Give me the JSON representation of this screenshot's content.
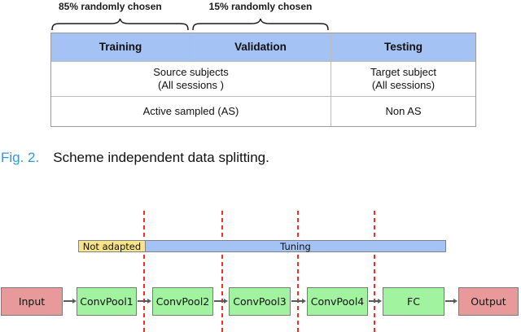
{
  "table": {
    "brace_labels": {
      "left": "85% randomly chosen",
      "right": "15% randomly chosen"
    },
    "headers": [
      "Training",
      "Validation",
      "Testing"
    ],
    "row_source": {
      "line1": "Source subjects",
      "line2": "(All sessions )"
    },
    "row_target": {
      "line1": "Target subject",
      "line2": "(All sessions)"
    },
    "row_as": "Active sampled (AS)",
    "row_nonas": "Non AS"
  },
  "caption": {
    "label": "Fig. 2.",
    "text": "Scheme independent data splitting."
  },
  "diagram": {
    "bar_segments": [
      {
        "label": "Not adapted",
        "color": "#f9e588"
      },
      {
        "label": "Tuning",
        "color": "#a4c2f4"
      }
    ],
    "nodes": [
      {
        "label": "Input",
        "type": "io"
      },
      {
        "label": "ConvPool1",
        "type": "layer"
      },
      {
        "label": "ConvPool2",
        "type": "layer"
      },
      {
        "label": "ConvPool3",
        "type": "layer"
      },
      {
        "label": "ConvPool4",
        "type": "layer"
      },
      {
        "label": "FC",
        "type": "layer"
      },
      {
        "label": "Output",
        "type": "io"
      }
    ]
  },
  "colors": {
    "table_header_blue": "#a4c2f4",
    "bar_blue": "#a4c2f4",
    "bar_yellow": "#f9e588",
    "layer_green": "#a2f3a0",
    "io_pink": "#e89a9a",
    "dashed_line_red": "#f92c21",
    "caption_blue": "#2d96e8",
    "box_border_gray": "#7a7a7a"
  }
}
